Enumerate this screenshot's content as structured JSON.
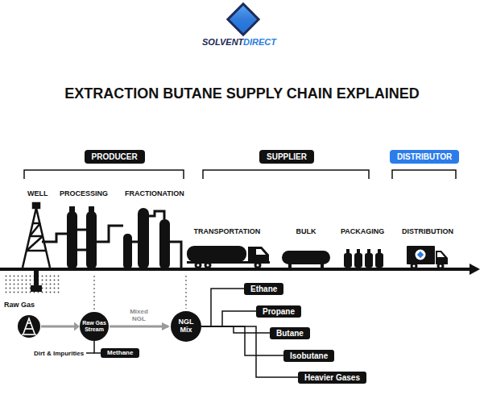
{
  "diagram": {
    "title": "EXTRACTION BUTANE SUPPLY CHAIN EXPLAINED",
    "nodes": [
      {
        "text": [
          "PRODUCER"
        ]
      },
      {
        "text": [
          "SUPPLIER"
        ]
      },
      {
        "text": [
          "DISTRIBUTOR"
        ]
      },
      {
        "text": [
          "Raw Gas Stream"
        ]
      },
      {
        "text": [
          "NGL Mix"
        ]
      },
      {
        "text": [
          "Methane"
        ]
      },
      {
        "text": [
          "Ethane"
        ]
      },
      {
        "text": [
          "Propane"
        ]
      },
      {
        "text": [
          "Butane"
        ]
      },
      {
        "text": [
          "Isobutane"
        ]
      },
      {
        "text": [
          "Heavier Gases"
        ]
      }
    ],
    "edges": [
      {
        "from": 3,
        "to": 4,
        "arrow": "to",
        "label": "Mixed NGL"
      },
      {
        "from": 3,
        "to": 5,
        "arrow": "none"
      },
      {
        "from": 4,
        "to": 6,
        "arrow": "none"
      },
      {
        "from": 4,
        "to": 7,
        "arrow": "none"
      },
      {
        "from": 4,
        "to": 8,
        "arrow": "none"
      },
      {
        "from": 4,
        "to": 9,
        "arrow": "none"
      },
      {
        "from": 4,
        "to": 10,
        "arrow": "none"
      }
    ],
    "labels": [
      "SOLVENT",
      "DIRECT",
      "WELL",
      "PROCESSING",
      "FRACTIONATION",
      "TRANSPORTATION",
      "BULK",
      "PACKAGING",
      "DISTRIBUTION",
      "Raw Gas",
      "Dirt & Impurities"
    ]
  }
}
